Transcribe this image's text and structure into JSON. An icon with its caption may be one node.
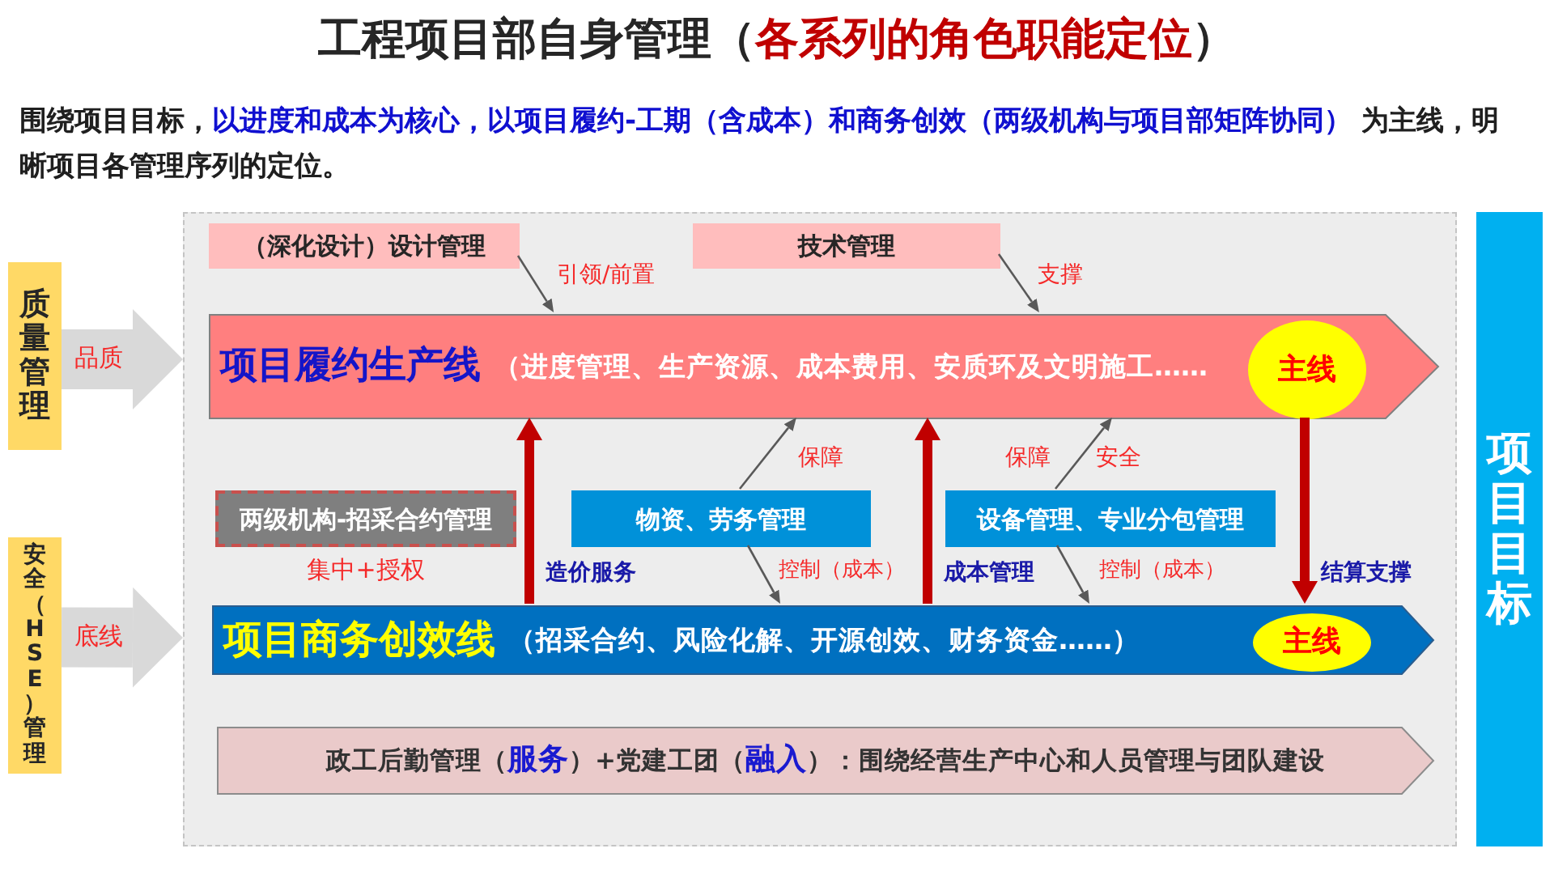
{
  "diagram": {
    "title": "工程项目部自身管理（*各系列的角色职能定位*）",
    "nodes": [
      {
        "text": [
          "质量管理"
        ]
      },
      {
        "text": [
          "安全（HSE）管理"
        ]
      },
      {
        "text": [],
        "shape": "box"
      },
      {
        "text": [
          "（深化设计）设计管理"
        ],
        "in": 2
      },
      {
        "text": [
          "技术管理"
        ],
        "in": 2
      },
      {
        "text": [
          "项目履约生产线",
          "（进度管理、生产资源、成本费用、安质环及文明施工……"
        ],
        "in": 2
      },
      {
        "text": [
          "主线"
        ],
        "in": 5
      },
      {
        "text": [
          "两级机构-招采合约管理"
        ],
        "in": 2,
        "beside": [
          "集中+授权"
        ]
      },
      {
        "text": [
          "物资、劳务管理"
        ],
        "in": 2
      },
      {
        "text": [
          "设备管理、专业分包管理"
        ],
        "in": 2
      },
      {
        "text": [
          "项目商务创效线",
          "（招采合约、风险化解、开源创效、财务资金……）"
        ],
        "in": 2
      },
      {
        "text": [
          "主线"
        ],
        "in": 10
      },
      {
        "text": [
          "政工后勤管理（*服务*）+党建工团（*融入*）：围绕经营生产中心和人员管理与团队建设"
        ],
        "in": 2
      },
      {
        "text": [
          "项目目标"
        ]
      }
    ],
    "edges": [
      {
        "from": 0,
        "to": 2,
        "arrow": "to",
        "label": "品质",
        "style": "thick",
        "color": "#d9d9d9"
      },
      {
        "from": 1,
        "to": 2,
        "arrow": "to",
        "label": "底线",
        "style": "thick",
        "color": "#d9d9d9"
      },
      {
        "from": 3,
        "to": 5,
        "arrow": "to",
        "label": "引领/前置"
      },
      {
        "from": 4,
        "to": 5,
        "arrow": "to",
        "label": "支撑"
      },
      {
        "from": 8,
        "to": 5,
        "arrow": "to",
        "label": "保障"
      },
      {
        "from": 8,
        "to": 10,
        "arrow": "to",
        "label": "控制（成本）"
      },
      {
        "from": 9,
        "to": 5,
        "arrow": "to",
        "label": "保障"
      },
      {
        "from": 9,
        "to": 10,
        "arrow": "to",
        "label": "控制（成本）"
      },
      {
        "from": 10,
        "to": 5,
        "arrow": "to",
        "label": "造价服务",
        "style": "thick",
        "color": "#c00000"
      },
      {
        "from": 10,
        "to": 5,
        "arrow": "to",
        "label": "成本管理",
        "style": "thick",
        "color": "#c00000"
      },
      {
        "from": 5,
        "to": 10,
        "arrow": "to",
        "label": "结算支撑",
        "style": "thick",
        "color": "#c00000"
      }
    ],
    "labels": [
      "围绕项目目标，*以进度和成本为核心，以项目履约-工期（含成本）和商务创效（两级机构与项目部矩阵协同）* 为主线，明晰项目各管理序列的定位。",
      "安全"
    ]
  }
}
